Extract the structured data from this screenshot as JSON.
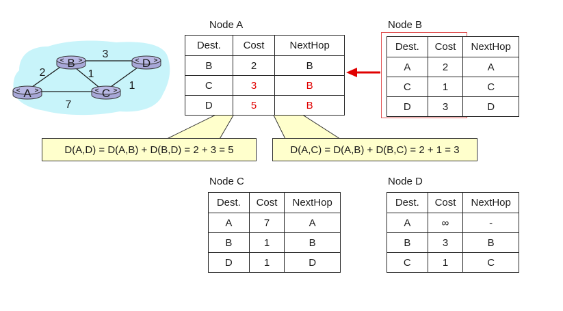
{
  "graph": {
    "nodes": [
      {
        "id": "A",
        "label": "A"
      },
      {
        "id": "B",
        "label": "B"
      },
      {
        "id": "C",
        "label": "C"
      },
      {
        "id": "D",
        "label": "D"
      }
    ],
    "edges": [
      {
        "from": "A",
        "to": "B",
        "weight": "2"
      },
      {
        "from": "B",
        "to": "D",
        "weight": "3"
      },
      {
        "from": "B",
        "to": "C",
        "weight": "1"
      },
      {
        "from": "C",
        "to": "D",
        "weight": "1"
      },
      {
        "from": "A",
        "to": "C",
        "weight": "7"
      }
    ]
  },
  "headers": {
    "dest": "Dest.",
    "cost": "Cost",
    "nexthop": "NextHop"
  },
  "tables": {
    "A": {
      "title": "Node A",
      "rows": [
        {
          "dest": "B",
          "cost": "2",
          "nexthop": "B"
        },
        {
          "dest": "C",
          "cost": "3",
          "nexthop": "B"
        },
        {
          "dest": "D",
          "cost": "5",
          "nexthop": "B"
        }
      ]
    },
    "B": {
      "title": "Node B",
      "rows": [
        {
          "dest": "A",
          "cost": "2",
          "nexthop": "A"
        },
        {
          "dest": "C",
          "cost": "1",
          "nexthop": "C"
        },
        {
          "dest": "D",
          "cost": "3",
          "nexthop": "D"
        }
      ]
    },
    "C": {
      "title": "Node C",
      "rows": [
        {
          "dest": "A",
          "cost": "7",
          "nexthop": "A"
        },
        {
          "dest": "B",
          "cost": "1",
          "nexthop": "B"
        },
        {
          "dest": "D",
          "cost": "1",
          "nexthop": "D"
        }
      ]
    },
    "D": {
      "title": "Node D",
      "rows": [
        {
          "dest": "A",
          "cost": "∞",
          "nexthop": "-"
        },
        {
          "dest": "B",
          "cost": "3",
          "nexthop": "B"
        },
        {
          "dest": "C",
          "cost": "1",
          "nexthop": "C"
        }
      ]
    }
  },
  "callouts": {
    "ad": "D(A,D) = D(A,B) + D(B,D) = 2 + 3 = 5",
    "ac": "D(A,C) = D(A,B) + D(B,C) = 2 + 1 = 3"
  },
  "colors": {
    "cloud": "#c8f4fa",
    "node_fill": "#a8a8d8",
    "highlight": "#e00000",
    "callout_fill": "#ffffcc"
  }
}
